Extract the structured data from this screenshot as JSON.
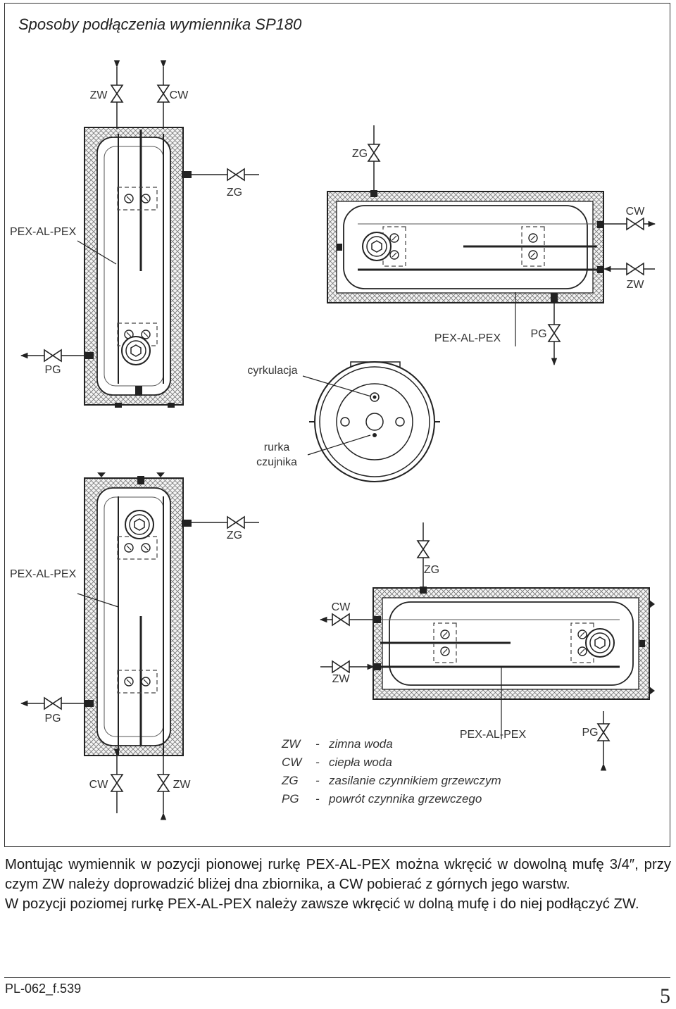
{
  "page_title": "Sposoby podłączenia wymiennika SP180",
  "labels": {
    "zw": "ZW",
    "cw": "CW",
    "zg": "ZG",
    "pg": "PG",
    "pex": "PEX-AL-PEX",
    "cyrkulacja": "cyrkulacja",
    "rurka_line1": "rurka",
    "rurka_line2": "czujnika"
  },
  "legend": [
    {
      "code": "ZW",
      "dash": "-",
      "desc": "zimna woda"
    },
    {
      "code": "CW",
      "dash": "-",
      "desc": "ciepła woda"
    },
    {
      "code": "ZG",
      "dash": "-",
      "desc": "zasilanie czynnikiem grzewczym"
    },
    {
      "code": "PG",
      "dash": "-",
      "desc": "powrót czynnika grzewczego"
    }
  ],
  "body": {
    "p1": "Montując wymiennik w pozycji pionowej rurkę PEX-AL-PEX można wkręcić w dowolną mufę 3/4″, przy czym ZW należy doprowadzić bliżej dna zbiornika, a CW pobierać z górnych jego warstw.",
    "p2": "W pozycji poziomej rurkę PEX-AL-PEX należy zawsze wkręcić w dolną mufę i do niej podłączyć ZW."
  },
  "footer": {
    "doc_code": "PL-062_f.539",
    "page_number": "5"
  }
}
